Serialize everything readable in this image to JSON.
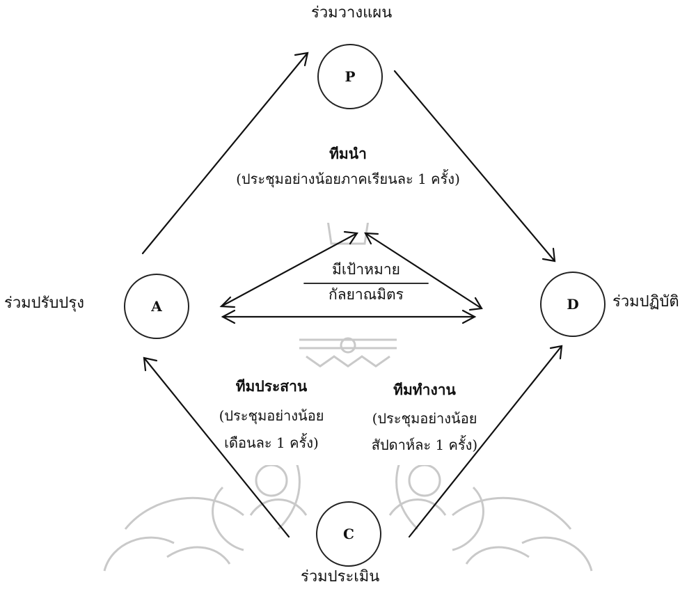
{
  "colors": {
    "line": "#111111",
    "watermark": "#c9c9c9"
  },
  "nodes": {
    "plan": {
      "letter": "P",
      "label": "ร่วมวางแผน"
    },
    "do": {
      "letter": "D",
      "label": "ร่วมปฏิบัติ"
    },
    "check": {
      "letter": "C",
      "label": "ร่วมประเมิน"
    },
    "act": {
      "letter": "A",
      "label": "ร่วมปรับปรุง"
    }
  },
  "teams": {
    "lead": {
      "title": "ทีมนำ",
      "note": "(ประชุมอย่างน้อยภาคเรียนละ 1 ครั้ง)"
    },
    "coord": {
      "title": "ทีมประสาน",
      "note_line1": "(ประชุมอย่างน้อย",
      "note_line2": "เดือนละ 1 ครั้ง)"
    },
    "work": {
      "title": "ทีมทำงาน",
      "note_line1": "(ประชุมอย่างน้อย",
      "note_line2": "สัปดาห์ละ 1 ครั้ง)"
    }
  },
  "center": {
    "line1": "มีเป้าหมาย",
    "line2": "กัลยาณมิตร"
  },
  "watermark_icon": "university-seal-watermark"
}
